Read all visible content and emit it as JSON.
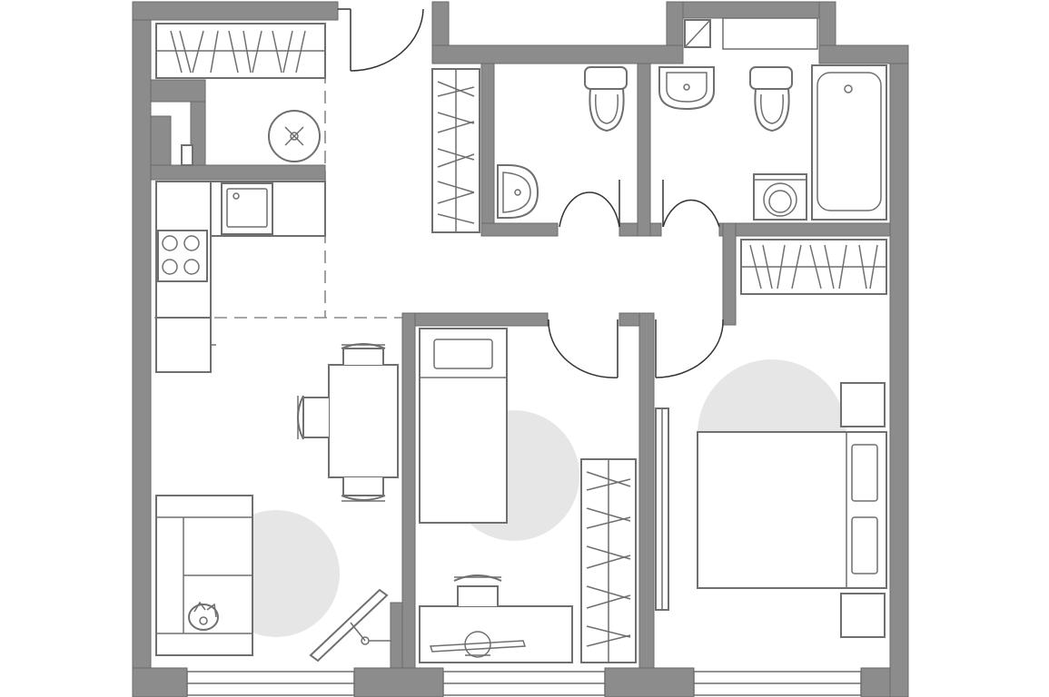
{
  "plan": {
    "type": "apartment-floor-plan",
    "rooms": [
      "entry-hall",
      "kitchen-living",
      "bedroom-small",
      "bedroom-master",
      "bathroom",
      "toilet"
    ],
    "colors": {
      "wall": "#8c8c8c",
      "furniture_stroke": "#6f6f6f",
      "zone_highlight": "#e6e6e6",
      "door_swing": "#333333",
      "background": "#ffffff"
    },
    "icons": [
      "wardrobe",
      "washing-machine",
      "sink",
      "stove",
      "dining-table",
      "chair",
      "sofa",
      "cat",
      "floor-lamp",
      "bed",
      "desk",
      "toilet",
      "bathtub",
      "double-bed",
      "nightstand",
      "shower",
      "window",
      "door"
    ]
  }
}
